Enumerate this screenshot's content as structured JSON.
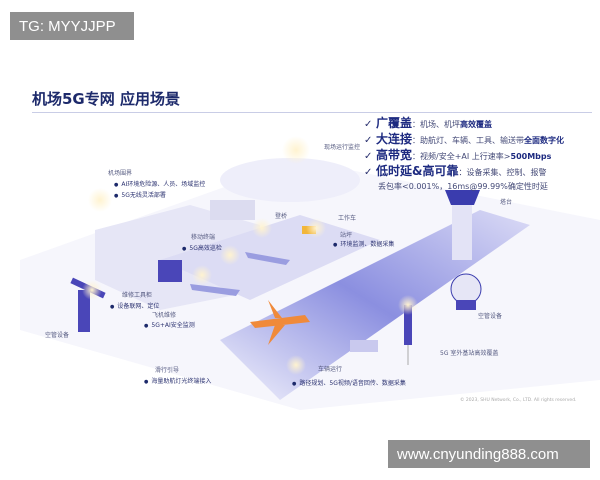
{
  "watermarks": {
    "top_left": "TG: MYYJJPP",
    "bottom_right": "www.cnyunding888.com"
  },
  "title": "机场5G专网 应用场景",
  "features": [
    {
      "key": "广覆盖",
      "desc": "：机场、机坪",
      "highlight": "高效覆盖"
    },
    {
      "key": "大连接",
      "desc": "：助航灯、车辆、工具、输送带",
      "highlight": "全面数字化"
    },
    {
      "key": "高带宽",
      "desc": "：视频/安全+AI 上行速率>",
      "highlight": "500Mbps"
    },
    {
      "key": "低时延&高可靠",
      "desc": "：设备采集、控制、报警",
      "highlight": ""
    }
  ],
  "features_sub": "丢包率<0.001%，16ms@99.99%确定性时延",
  "check_icon": "✓",
  "labels": {
    "perimeter": "机场围界",
    "perimeter_b1": "AI环境危险源、人员、场域监控",
    "perimeter_b2": "5G无线灵活部署",
    "ops_monitor": "现场运行监控",
    "bridge": "登桥",
    "work_vehicle": "工作车",
    "apron": "站坪",
    "apron_b1": "环境监测、数据采集",
    "mobile_terminal": "移动终端",
    "mobile_b1": "5G高效巡检",
    "tool_cabinet": "维修工具柜",
    "tool_b1": "设备联网、定位",
    "aircraft_maint": "飞机维修",
    "maint_b1": "5G+AI安全监测",
    "atc_equipment_left": "空管设备",
    "taxi_guidance": "滑行引导",
    "taxi_b1": "海量助航灯光终端接入",
    "vehicle_ops": "车辆运行",
    "vehicle_b1": "路径规划、5G视频/语音回传、数据采集",
    "tower": "塔台",
    "atc_equipment_right": "空管设备",
    "base_station": "5G 室外基站高效覆盖"
  },
  "copyright": "© 2023, SHU Network, Co., LTD. All rights reserved.",
  "colors": {
    "title": "#1d2a6b",
    "runway": "#8b8fe0",
    "accent_orange": "#f08a3a",
    "signal_ring": "#f2c86a"
  }
}
